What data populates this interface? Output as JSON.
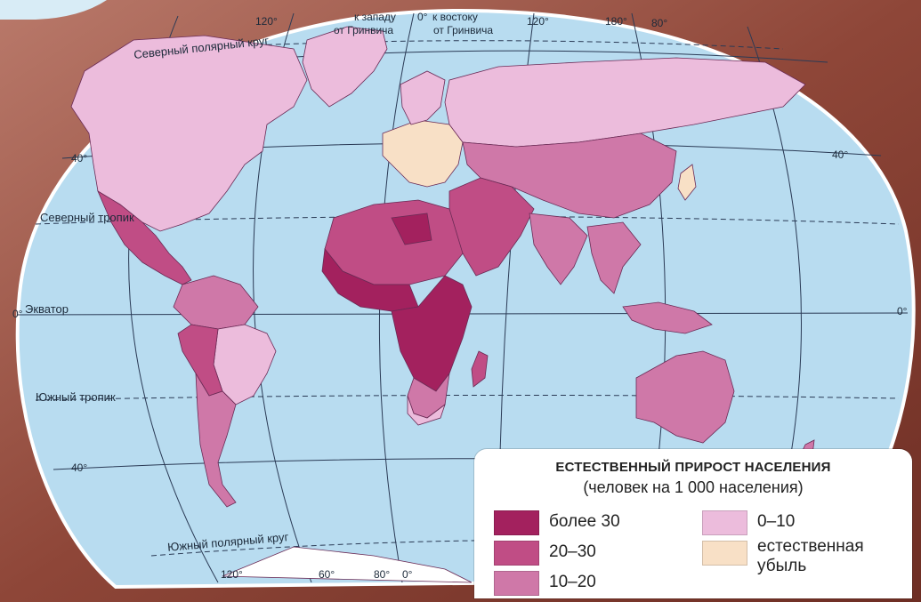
{
  "colors": {
    "ocean": "#b8dcf0",
    "over30": "#a3215e",
    "r20_30": "#c04d85",
    "r10_20": "#cf78a8",
    "r0_10": "#ecbcdc",
    "decline": "#f8e0c6"
  },
  "labels": {
    "arctic": "Северный полярный круг",
    "tropic_n": "Северный тропик",
    "equator": "Экватор",
    "tropic_s": "Южный тропик",
    "antarctic": "Южный полярный круг",
    "west_of": "к западу",
    "east_of": "к востоку",
    "greenwich1": "от Гринвича",
    "greenwich2": "от Гринвича"
  },
  "degrees": {
    "top_120w": "120°",
    "top_0": "0°",
    "top_120e": "120°",
    "top_180": "180°",
    "top_80": "80°",
    "left_40n": "40°",
    "right_40n": "40°",
    "left_0": "0°",
    "right_0": "0°",
    "left_40s": "40°",
    "bot_120": "120°",
    "bot_60": "60°",
    "bot_80": "80°",
    "bot_0": "0°"
  },
  "legend": {
    "title": "ЕСТЕСТВЕННЫЙ ПРИРОСТ НАСЕЛЕНИЯ",
    "subtitle": "(человек на 1 000 населения)",
    "items": [
      {
        "label": "более 30"
      },
      {
        "label": "20–30"
      },
      {
        "label": "10–20"
      },
      {
        "label": "0–10"
      },
      {
        "label_line1": "естественная",
        "label_line2": "убыль"
      }
    ]
  }
}
